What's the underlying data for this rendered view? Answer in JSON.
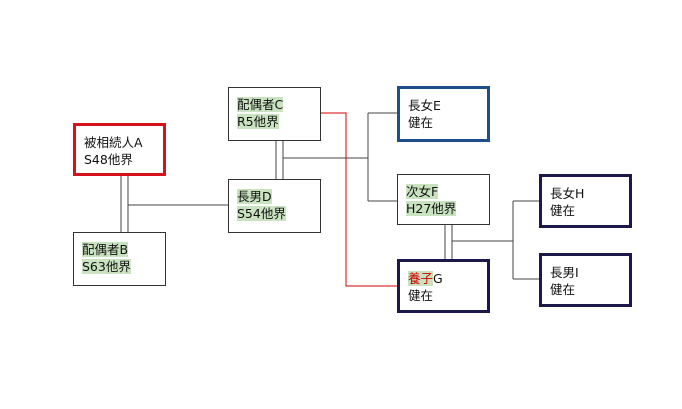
{
  "nodes": {
    "decedent_a": {
      "line1": "被相続人A",
      "line2": "S48他界"
    },
    "spouse_b": {
      "line1": "配偶者B",
      "line2": "S63他界"
    },
    "spouse_c": {
      "line1": "配偶者C",
      "line2": "R5他界"
    },
    "son_d": {
      "line1": "長男D",
      "line2": "S54他界"
    },
    "daughter_e": {
      "line1": "長女E",
      "line2": "健在"
    },
    "daughter_f": {
      "line1": "次女F",
      "line2": "H27他界"
    },
    "adopted_g": {
      "line1_prefix": "養子",
      "line1_suffix": "G",
      "line2": "健在"
    },
    "daughter_h": {
      "line1": "長女H",
      "line2": "健在"
    },
    "son_i": {
      "line1": "長男I",
      "line2": "健在"
    }
  },
  "colors": {
    "decedent_border": "#d6121a",
    "living_border_blue": "#1f4e8c",
    "living_border_navy": "#1c1848",
    "adoption_line": "#d40000",
    "highlight": "#c9e3c0"
  }
}
